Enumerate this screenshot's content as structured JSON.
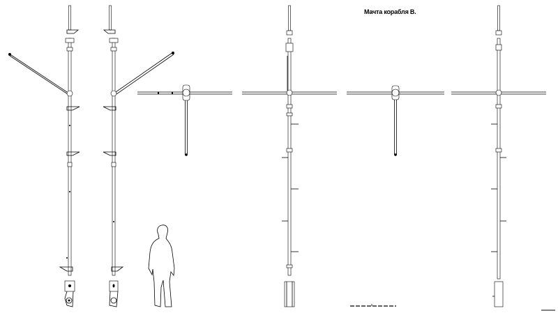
{
  "drawing": {
    "title": "Мачта корабля В.",
    "views": [
      "side-view-left",
      "side-view-right",
      "plan-view-1",
      "front-view",
      "plan-view-2",
      "rear-view"
    ],
    "scale_figure": "human-silhouette",
    "colors": {
      "line": "#000000",
      "background": "#ffffff"
    }
  }
}
